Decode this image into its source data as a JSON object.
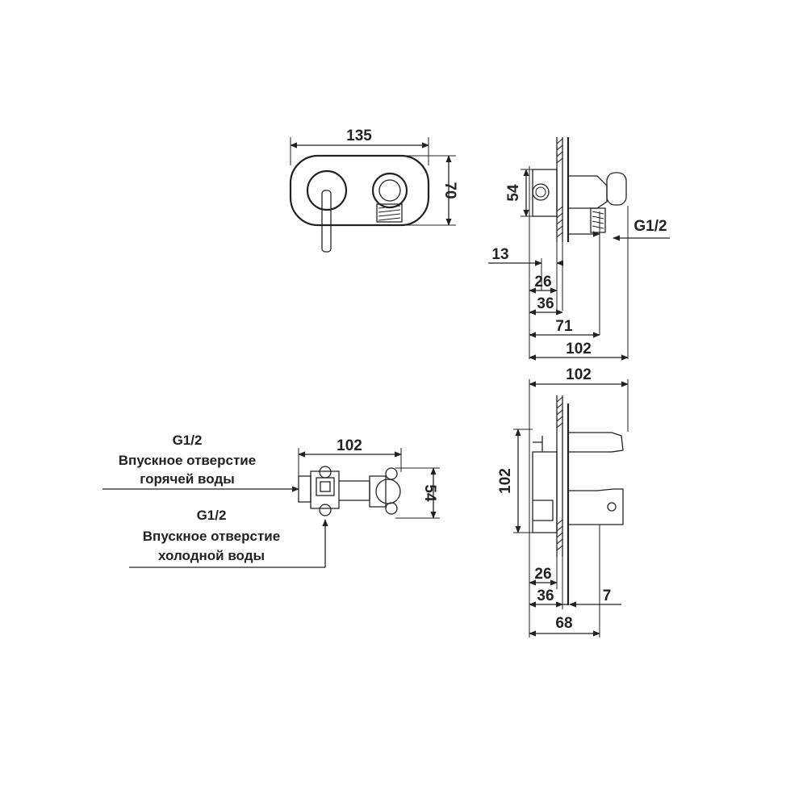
{
  "front_view": {
    "width_label": "135",
    "height_label": "70"
  },
  "side_view_top": {
    "height_label": "54",
    "thread_label": "G1/2",
    "depth_labels": [
      "13",
      "26",
      "36",
      "71",
      "102"
    ]
  },
  "side_view_bottom": {
    "width_label": "102",
    "height_label": "102",
    "depth_labels": [
      "26",
      "36",
      "7",
      "68"
    ]
  },
  "valve_body": {
    "width_label": "102",
    "height_label": "54",
    "hot_inlet": {
      "thread": "G1/2",
      "line1": "Впускное отверстие",
      "line2": "горячей воды"
    },
    "cold_inlet": {
      "thread": "G1/2",
      "line1": "Впускное отверстие",
      "line2": "холодной воды"
    }
  }
}
